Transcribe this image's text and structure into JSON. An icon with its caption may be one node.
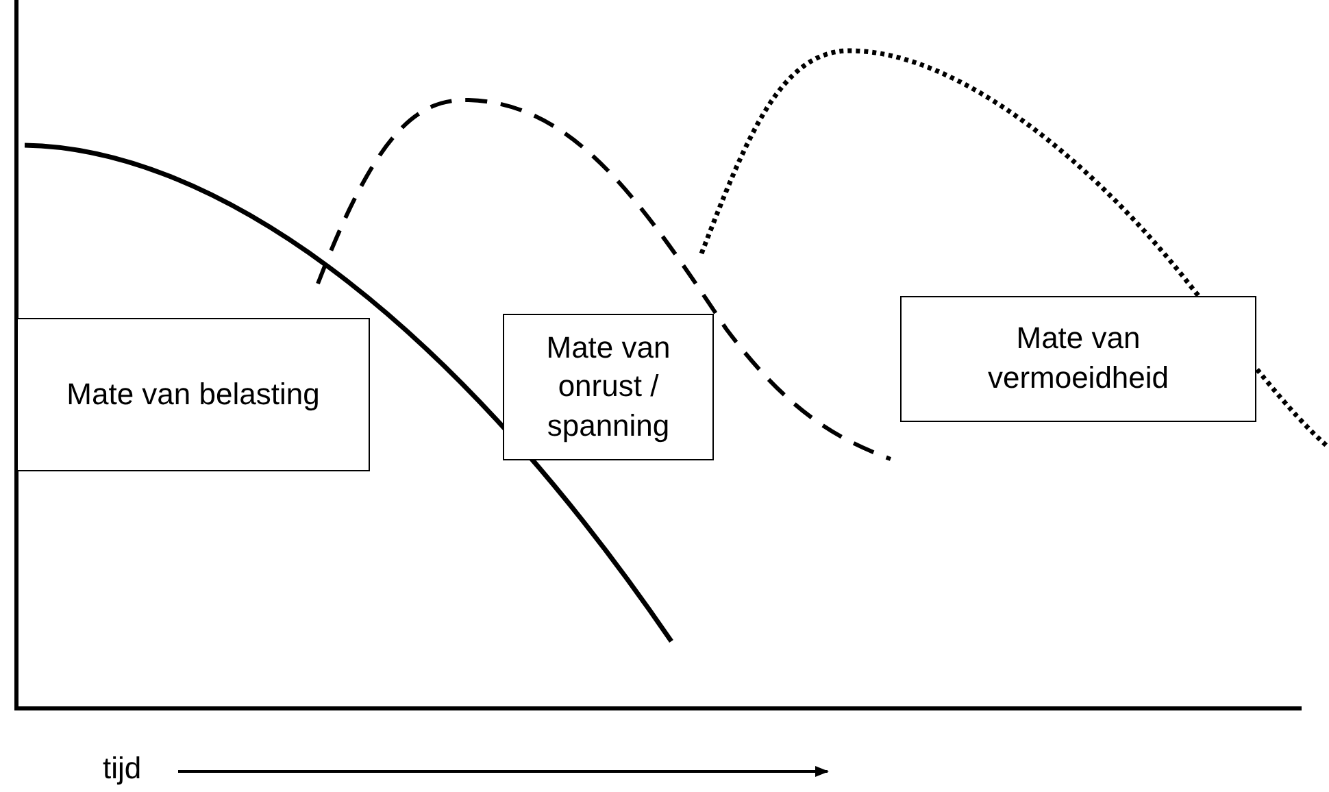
{
  "diagram": {
    "nodes": [
      {
        "text": [
          "Mate van belasting"
        ]
      },
      {
        "text": [
          "Mate van onrust / spanning"
        ]
      },
      {
        "text": [
          "Mate van vermoeidheid"
        ]
      }
    ],
    "labels": [
      "tijd"
    ]
  }
}
